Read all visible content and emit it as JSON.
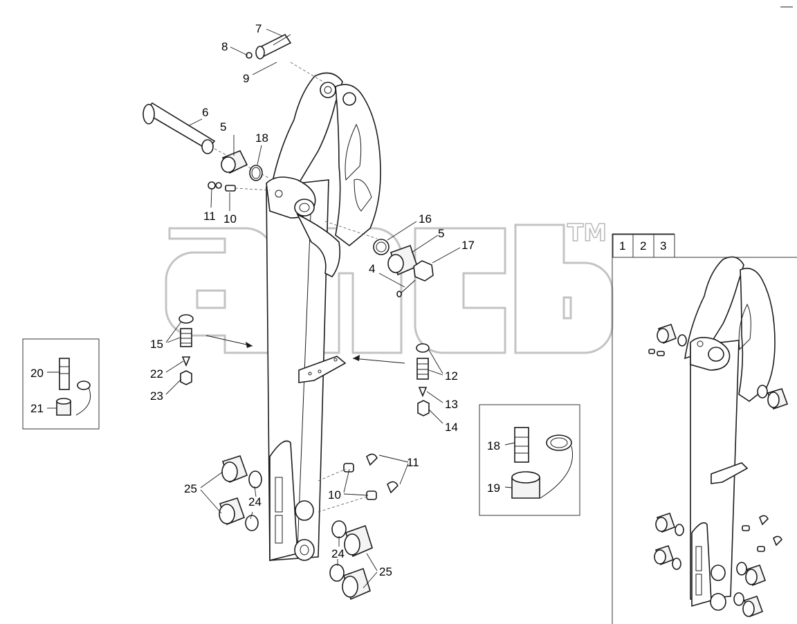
{
  "watermark": {
    "mark": "TM"
  },
  "tabs": [
    "1",
    "2",
    "3"
  ],
  "callouts": {
    "c7": "7",
    "c8": "8",
    "c9": "9",
    "c6": "6",
    "c5a": "5",
    "c18a": "18",
    "c11a": "11",
    "c10a": "10",
    "c16": "16",
    "c5b": "5",
    "c17": "17",
    "c4": "4",
    "c15": "15",
    "c22": "22",
    "c23": "23",
    "c12": "12",
    "c13": "13",
    "c14": "14",
    "c20": "20",
    "c21": "21",
    "c11b": "11",
    "c10b": "10",
    "c25a": "25",
    "c24a": "24",
    "c24b": "24",
    "c25b": "25",
    "c18b": "18",
    "c19": "19"
  },
  "colors": {
    "line": "#1a1a1a",
    "watermark_outline": "#bdbdbd",
    "background": "#ffffff"
  }
}
